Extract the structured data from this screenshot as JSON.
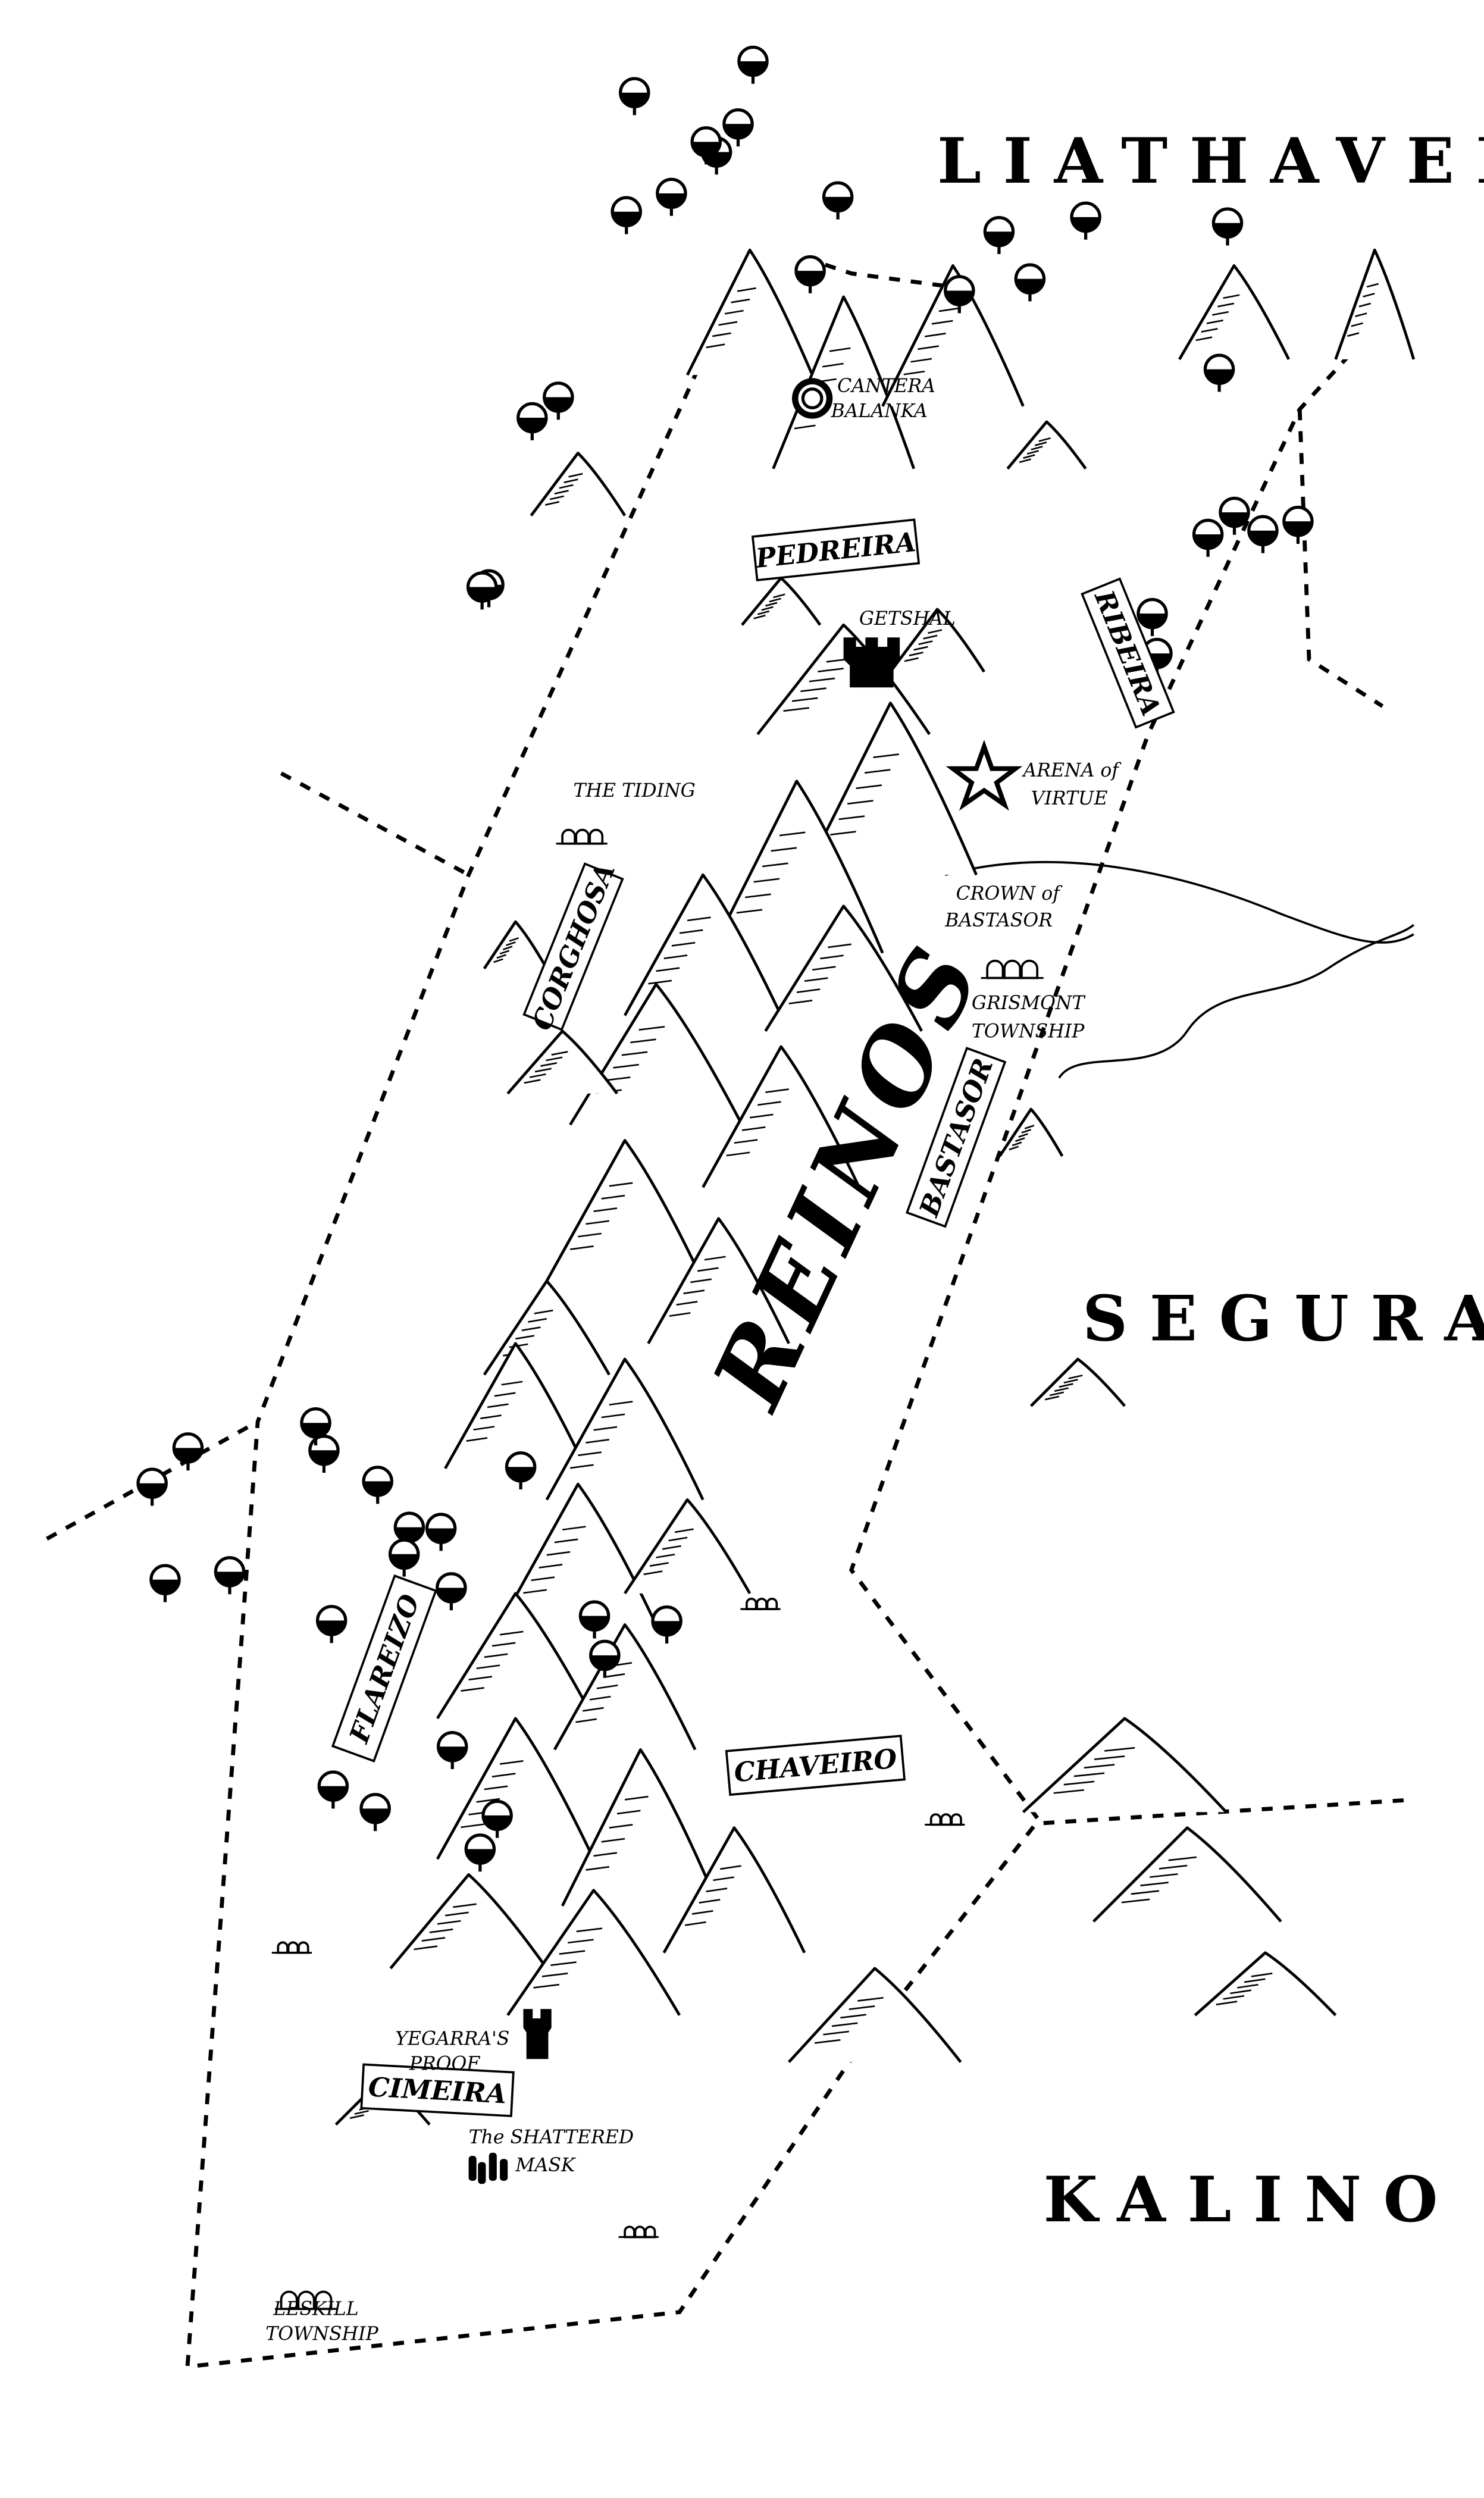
{
  "map": {
    "regions": {
      "north": "LIATHAVEN",
      "east": "SEGURA",
      "southeast": "KALINO",
      "center": "REINOS"
    },
    "provinces": [
      "PEDREIRA",
      "RIBEIRA",
      "CORGHOSA",
      "BASTASOR",
      "FLAREIZO",
      "CHAVEIRO",
      "CIMEIRA"
    ],
    "places": {
      "cantera": [
        "CANTERA",
        "BALANKA"
      ],
      "getshal": "GETSHAL",
      "arena": [
        "ARENA of",
        "VIRTUE"
      ],
      "tiding": "THE TIDING",
      "crown": [
        "CROWN of",
        "BASTASOR"
      ],
      "grismont": [
        "GRISMONT",
        "TOWNSHIP"
      ],
      "yegarra": [
        "YEGARRA'S",
        "PROOF"
      ],
      "mask": [
        "The SHATTERED",
        "MASK"
      ],
      "leskill": [
        "LESKILL",
        "TOWNSHIP"
      ]
    },
    "icons": {
      "cantera": "spiral-icon",
      "getshal": "castle-icon",
      "arena": "star-icon",
      "yegarra": "tower-icon",
      "mask": "ruins-icon",
      "town": "village-icon"
    }
  }
}
